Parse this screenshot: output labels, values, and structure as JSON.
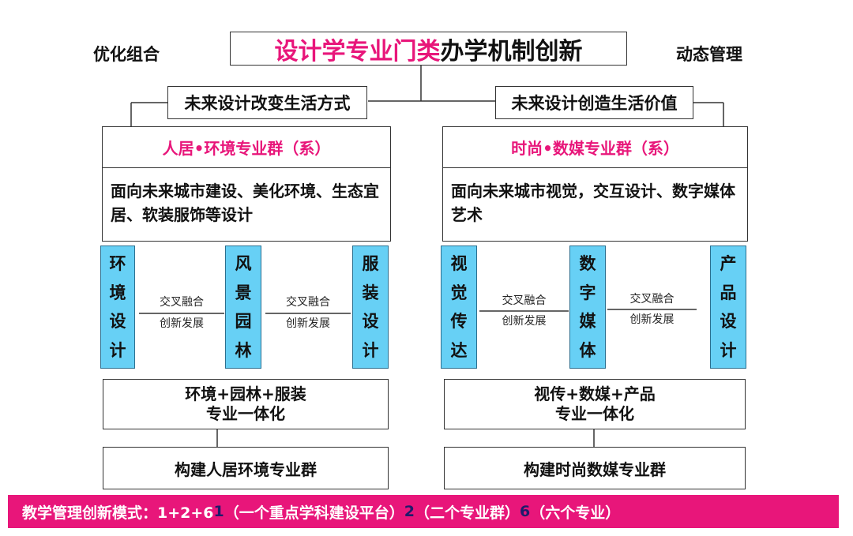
{
  "corner_left": "优化组合",
  "corner_right": "动态管理",
  "title": {
    "pink_part": "设计学专业门类",
    "black_part": "办学机制创新"
  },
  "themes": {
    "left": "未来设计改变生活方式",
    "right": "未来设计创造生活价值"
  },
  "groups": {
    "left": {
      "name": "人居•环境专业群（系）",
      "description": "面向未来城市建设、美化环境、生态宜居、软装服饰等设计",
      "majors": [
        "环境设计",
        "风景园林",
        "服装设计"
      ],
      "connector": {
        "line1": "交叉融合",
        "line2": "创新发展"
      },
      "integration": {
        "line1": "环境+园林+服装",
        "line2": "专业一体化"
      },
      "build": "构建人居环境专业群"
    },
    "right": {
      "name": "时尚•数媒专业群（系）",
      "description": "面向未来城市视觉，交互设计、数字媒体艺术",
      "majors": [
        "视觉传达",
        "数字媒体",
        "产品设计"
      ],
      "connector": {
        "line1": "交叉融合",
        "line2": "创新发展"
      },
      "integration": {
        "line1": "视传+数媒+产品",
        "line2": "专业一体化"
      },
      "build": "构建时尚数媒专业群"
    }
  },
  "footer": {
    "prefix": "教学管理创新模式：1+2+6",
    "n1": "1",
    "t1": "（一个重点学科建设平台）",
    "n2": "2",
    "t2": "（二个专业群）",
    "n3": "6",
    "t3": "（六个专业）"
  },
  "colors": {
    "accent_pink": "#e8167a",
    "major_blue": "#67d0f5",
    "footer_number": "#1f1b6b"
  }
}
